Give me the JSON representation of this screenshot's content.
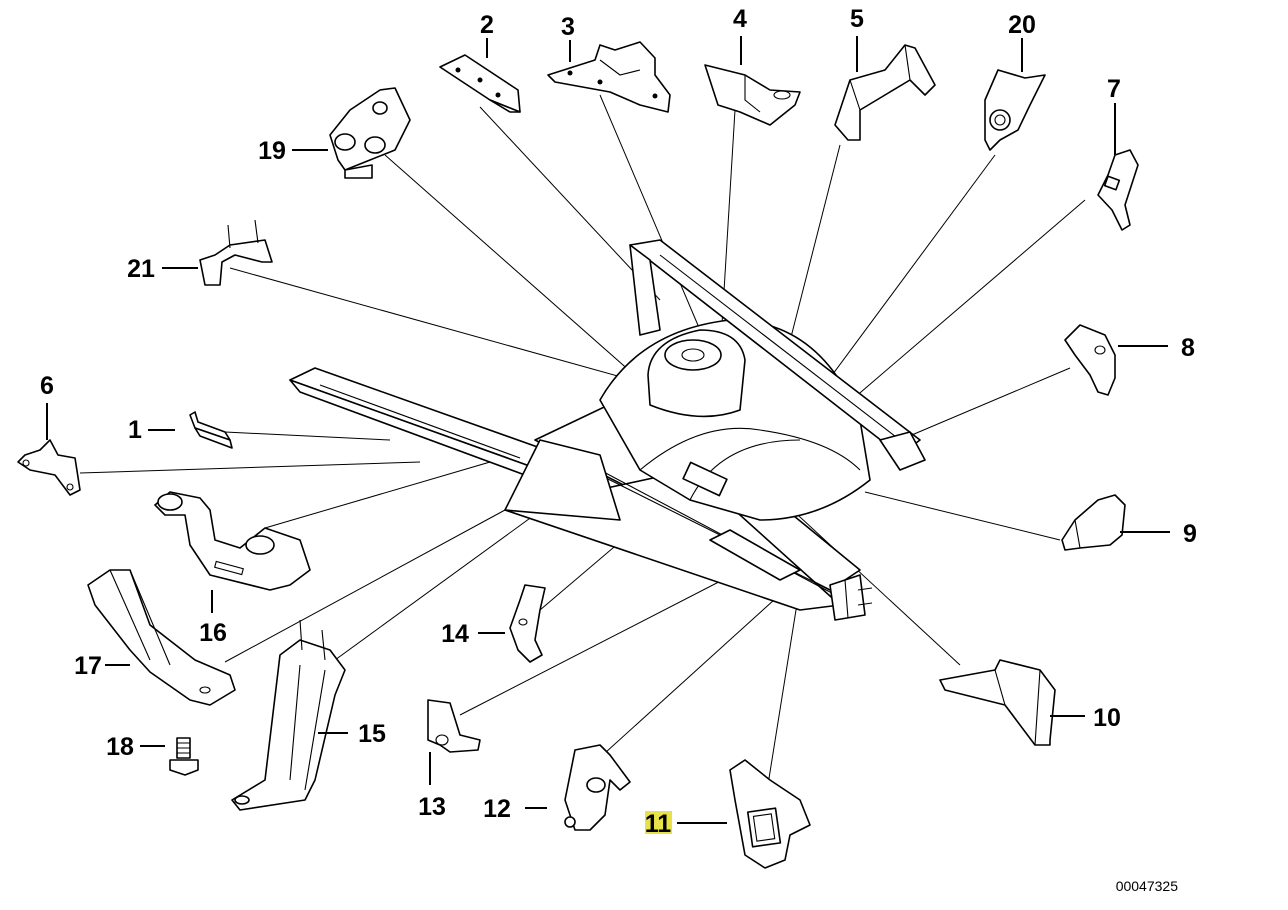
{
  "diagram": {
    "reference_number": "00047325",
    "highlighted_callout": "11",
    "highlight_color": "#e8e24a",
    "callouts": [
      {
        "id": "1",
        "label": "1"
      },
      {
        "id": "2",
        "label": "2"
      },
      {
        "id": "3",
        "label": "3"
      },
      {
        "id": "4",
        "label": "4"
      },
      {
        "id": "5",
        "label": "5"
      },
      {
        "id": "6",
        "label": "6"
      },
      {
        "id": "7",
        "label": "7"
      },
      {
        "id": "8",
        "label": "8"
      },
      {
        "id": "9",
        "label": "9"
      },
      {
        "id": "10",
        "label": "10"
      },
      {
        "id": "11",
        "label": "11"
      },
      {
        "id": "12",
        "label": "12"
      },
      {
        "id": "13",
        "label": "13"
      },
      {
        "id": "14",
        "label": "14"
      },
      {
        "id": "15",
        "label": "15"
      },
      {
        "id": "16",
        "label": "16"
      },
      {
        "id": "17",
        "label": "17"
      },
      {
        "id": "18",
        "label": "18"
      },
      {
        "id": "19",
        "label": "19"
      },
      {
        "id": "20",
        "label": "20"
      },
      {
        "id": "21",
        "label": "21"
      }
    ]
  }
}
